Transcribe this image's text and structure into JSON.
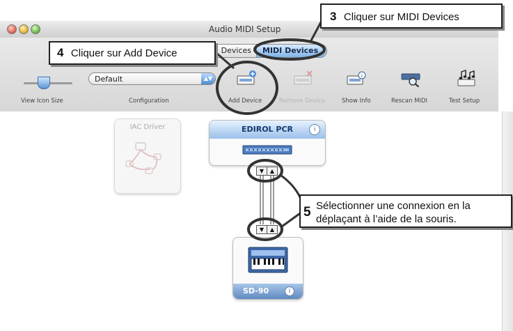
{
  "window": {
    "title": "Audio MIDI Setup",
    "tabs": [
      {
        "label": "Devices"
      },
      {
        "label": "MIDI Devices"
      }
    ]
  },
  "toolbar": {
    "view_icon_size_label": "View Icon Size",
    "configuration_label": "Configuration",
    "configuration_value": "Default",
    "buttons": [
      {
        "label": "Add Device",
        "icon": "add-device-icon",
        "enabled": true
      },
      {
        "label": "Remove Device",
        "icon": "remove-device-icon",
        "enabled": false
      },
      {
        "label": "Show Info",
        "icon": "show-info-icon",
        "enabled": true
      },
      {
        "label": "Rescan MIDI",
        "icon": "rescan-midi-icon",
        "enabled": true
      },
      {
        "label": "Test Setup",
        "icon": "test-setup-icon",
        "enabled": true
      }
    ]
  },
  "devices": {
    "iac": {
      "name": "IAC Driver"
    },
    "edirol": {
      "name": "EDIROL PCR"
    },
    "sd90": {
      "name": "SD-90"
    }
  },
  "ports": {
    "arrows": [
      "▼",
      "▲"
    ]
  },
  "callouts": {
    "step3": {
      "number": "3",
      "text": "Cliquer sur MIDI Devices"
    },
    "step4": {
      "number": "4",
      "text": "Cliquer sur Add Device"
    },
    "step5": {
      "number": "5",
      "line1": "Sélectionner une connexion en la",
      "line2": "déplaçant à l’aide de la souris."
    }
  },
  "colors": {
    "accent": "#5b95d6",
    "callout_border": "#222222"
  }
}
